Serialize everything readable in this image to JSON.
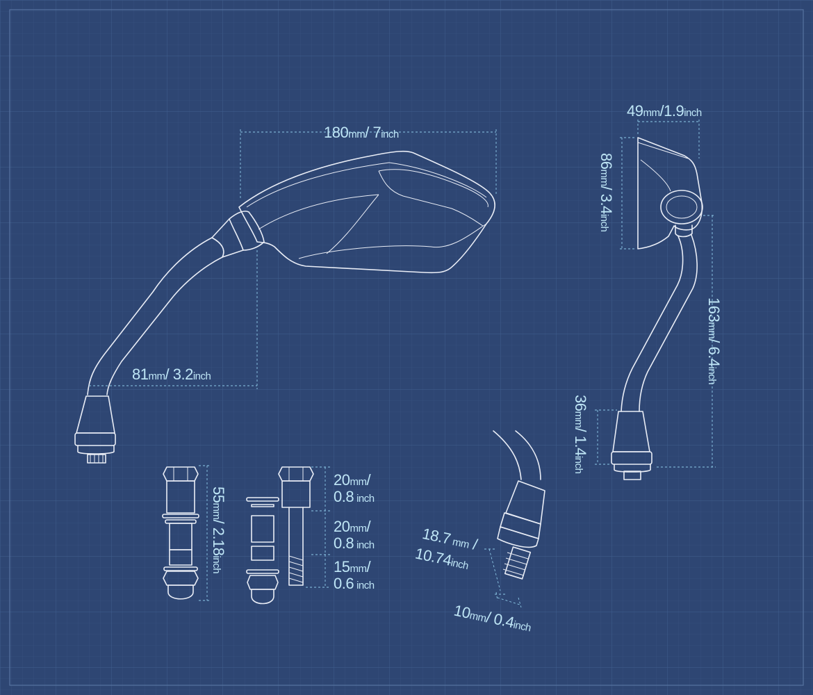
{
  "colors": {
    "background": "#2e4673",
    "grid": "#3a5583",
    "line": "#e9edf6",
    "dimension": "#8ec9e8",
    "label": "#bfe6f6"
  },
  "dimensions": {
    "mirror_width": {
      "value": "180",
      "unit": "mm",
      "sep": "/ ",
      "value2": "7",
      "unit2": "inch"
    },
    "arm_offset": {
      "value": "81",
      "unit": "mm",
      "sep": "/ ",
      "value2": "3.2",
      "unit2": "inch"
    },
    "head_depth": {
      "value": "49",
      "unit": "mm",
      "sep": "/",
      "value2": "1.9",
      "unit2": "inch"
    },
    "head_height": {
      "value": "86",
      "unit": "mm",
      "sep": "/ ",
      "value2": "3.4",
      "unit2": "inch"
    },
    "total_height": {
      "value": "163",
      "unit": "mm",
      "sep": "/ ",
      "value2": "6.4",
      "unit2": "inch"
    },
    "base_height": {
      "value": "36",
      "unit": "mm",
      "sep": "/ ",
      "value2": "1.4",
      "unit2": "inch"
    },
    "bolt_length": {
      "value": "55",
      "unit": "mm",
      "sep": "/ ",
      "value2": "2.18",
      "unit2": "inch"
    },
    "seg_top": {
      "value": "20",
      "unit": "mm",
      "sep": "/",
      "value2": "0.8",
      "unit2": "inch"
    },
    "seg_middle": {
      "value": "20",
      "unit": "mm",
      "sep": "/",
      "value2": "0.8",
      "unit2": "inch"
    },
    "seg_thread": {
      "value": "15",
      "unit": "mm",
      "sep": "/",
      "value2": "0.6",
      "unit2": "inch"
    },
    "thread_length": {
      "value": "18.7",
      "unit": "mm",
      "sep": " /",
      "value2": "10.74",
      "unit2": "inch"
    },
    "thread_diameter": {
      "value": "10",
      "unit": "mm",
      "sep": "/ ",
      "value2": "0.4",
      "unit2": "inch"
    }
  }
}
